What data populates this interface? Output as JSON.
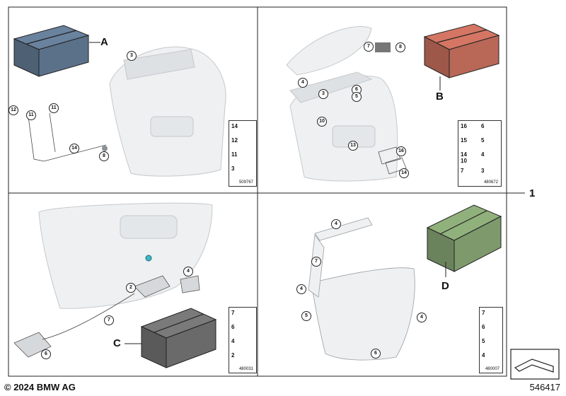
{
  "copyright": "© 2024 BMW AG",
  "diagram_number": "546417",
  "quadrant_labels": {
    "A": "A",
    "B": "B",
    "C": "C",
    "D": "D"
  },
  "main_callout": "1",
  "box_colors": {
    "A": "#5b7189",
    "B": "#b96757",
    "C": "#6a6a6a",
    "D": "#7e9a6c"
  },
  "q1": {
    "callouts": [
      "3",
      "12",
      "11",
      "11",
      "14",
      "8"
    ],
    "table": {
      "rows": [
        "14",
        "12",
        "11",
        "3"
      ],
      "code": "509767"
    }
  },
  "q2": {
    "callouts": [
      "7",
      "8",
      "4",
      "3",
      "6",
      "5",
      "10",
      "13",
      "16",
      "14"
    ],
    "table": {
      "rows": [
        "16",
        "6",
        "15",
        "5",
        "14",
        "10",
        "4",
        "7",
        "3"
      ],
      "code": "480672"
    }
  },
  "q3": {
    "callouts": [
      "4",
      "2",
      "7",
      "6"
    ],
    "table": {
      "rows": [
        "7",
        "6",
        "4",
        "2"
      ],
      "code": "480031"
    }
  },
  "q4": {
    "callouts": [
      "4",
      "7",
      "4",
      "5",
      "4",
      "6"
    ],
    "table": {
      "rows": [
        "7",
        "6",
        "5",
        "4"
      ],
      "code": "480007"
    }
  }
}
